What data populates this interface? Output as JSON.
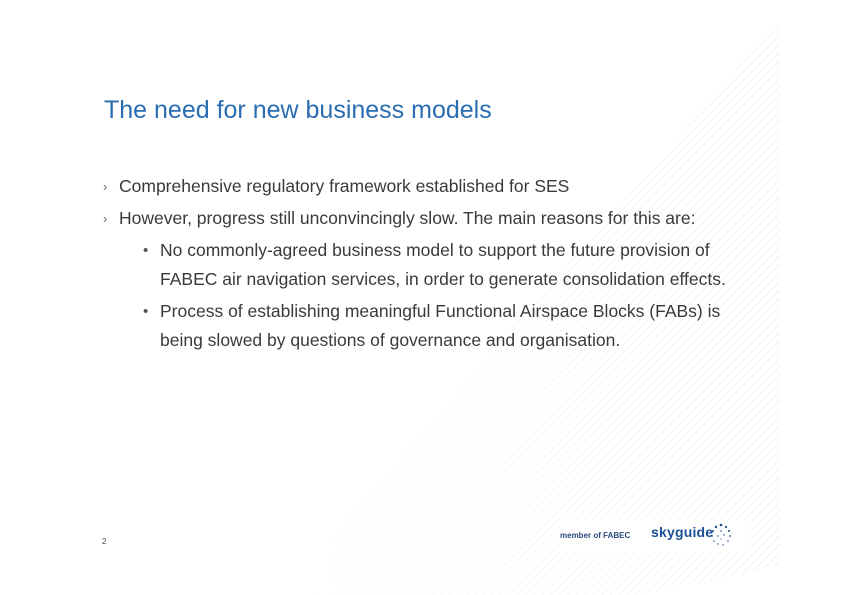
{
  "slide": {
    "title": "The need for new business models",
    "bullets": [
      {
        "marker": "›",
        "text": "Comprehensive regulatory framework established for SES"
      },
      {
        "marker": "›",
        "text": "However, progress still unconvincingly slow. The main reasons for this are:",
        "sub": [
          {
            "marker": "•",
            "text": "No commonly-agreed business model to support the future provision of FABEC air navigation services, in order to generate consolidation effects."
          },
          {
            "marker": "•",
            "text": "Process of establishing meaningful Functional Airspace Blocks (FABs) is being slowed by questions of governance and organisation."
          }
        ]
      }
    ],
    "page_number": "2"
  },
  "footer": {
    "member_text": "member of FABEC",
    "brand": "skyguide",
    "logo_icon": "skyguide-swirl-icon"
  },
  "colors": {
    "title": "#2a6db1",
    "body_text": "#3a3a3a",
    "brand": "#1b4f94"
  }
}
